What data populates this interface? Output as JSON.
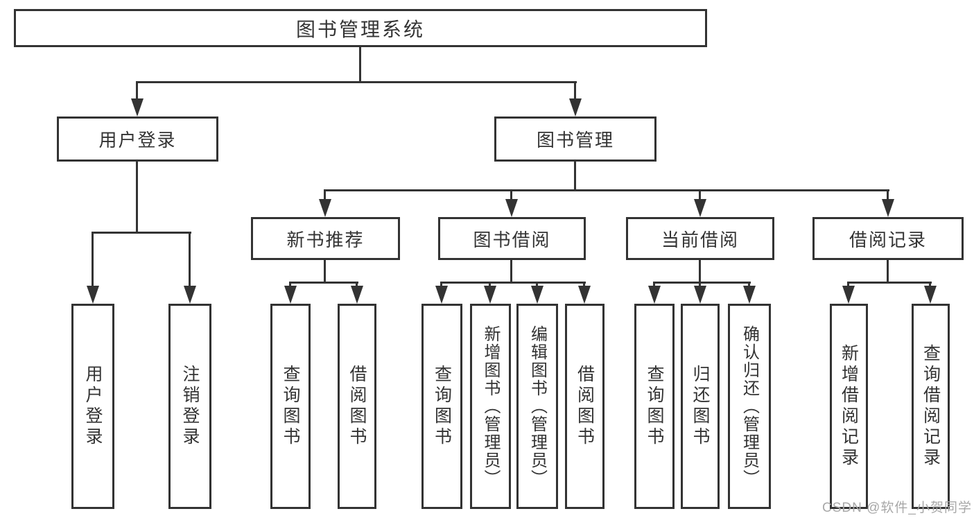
{
  "root": {
    "label": "图书管理系统"
  },
  "level2": {
    "user_login": {
      "label": "用户登录"
    },
    "book_management": {
      "label": "图书管理"
    }
  },
  "level3": {
    "new_book_recommend": {
      "label": "新书推荐"
    },
    "book_borrow": {
      "label": "图书借阅"
    },
    "current_borrow": {
      "label": "当前借阅"
    },
    "borrow_record": {
      "label": "借阅记录"
    }
  },
  "leaves": {
    "user_login": [
      "用户登录",
      "注销登录"
    ],
    "new_book_recommend": [
      "查询图书",
      "借阅图书"
    ],
    "book_borrow": [
      "查询图书",
      "新增图书（管理员）",
      "编辑图书（管理员）",
      "借阅图书"
    ],
    "current_borrow": [
      "查询图书",
      "归还图书",
      "确认归还（管理员）"
    ],
    "borrow_record": [
      "新增借阅记录",
      "查询借阅记录"
    ]
  },
  "watermark": "CSDN @软件_小贺同学",
  "colors": {
    "line": "#333333",
    "text": "#333333",
    "watermark": "#a8a8a8",
    "background": "#ffffff"
  }
}
